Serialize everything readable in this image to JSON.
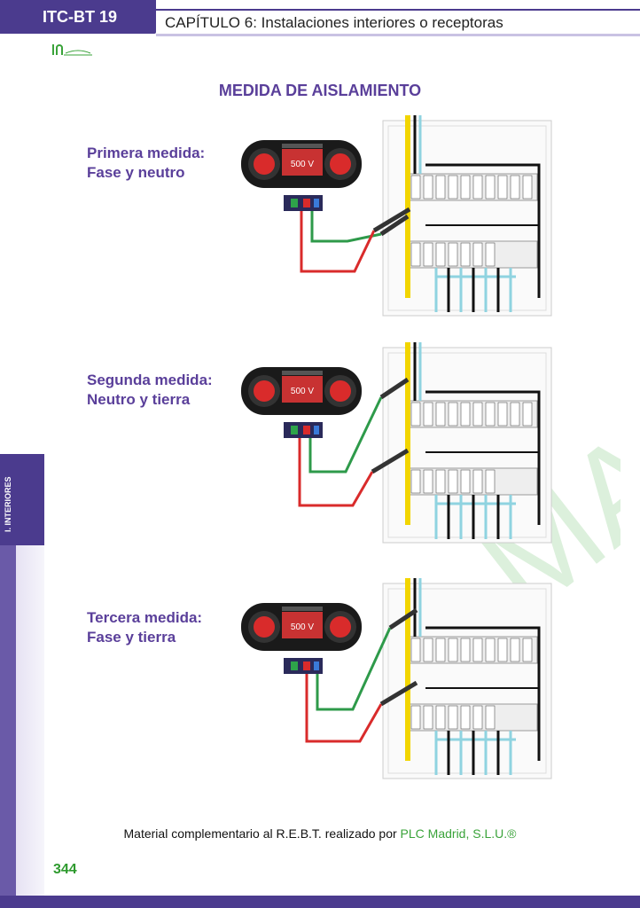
{
  "header": {
    "code": "ITC-BT 19",
    "chapter": "CAPÍTULO 6: Instalaciones interiores o receptoras"
  },
  "section_title": "MEDIDA DE AISLAMIENTO",
  "measurements": [
    {
      "line1": "Primera medida:",
      "line2": "Fase y neutro",
      "meter_reading": "500 V"
    },
    {
      "line1": "Segunda medida:",
      "line2": "Neutro y tierra",
      "meter_reading": "500 V"
    },
    {
      "line1": "Tercera medida:",
      "line2": "Fase y tierra",
      "meter_reading": "500 V"
    }
  ],
  "side_tab": "I. INTERIORES",
  "watermark": "PLC MADRID",
  "footer": {
    "text": "Material complementario al R.E.B.T. realizado por ",
    "brand": "PLC Madrid, S.L.U.®"
  },
  "page_number": "344",
  "colors": {
    "primary": "#4b3b8e",
    "title": "#5a3f9a",
    "green": "#3aa33a"
  }
}
